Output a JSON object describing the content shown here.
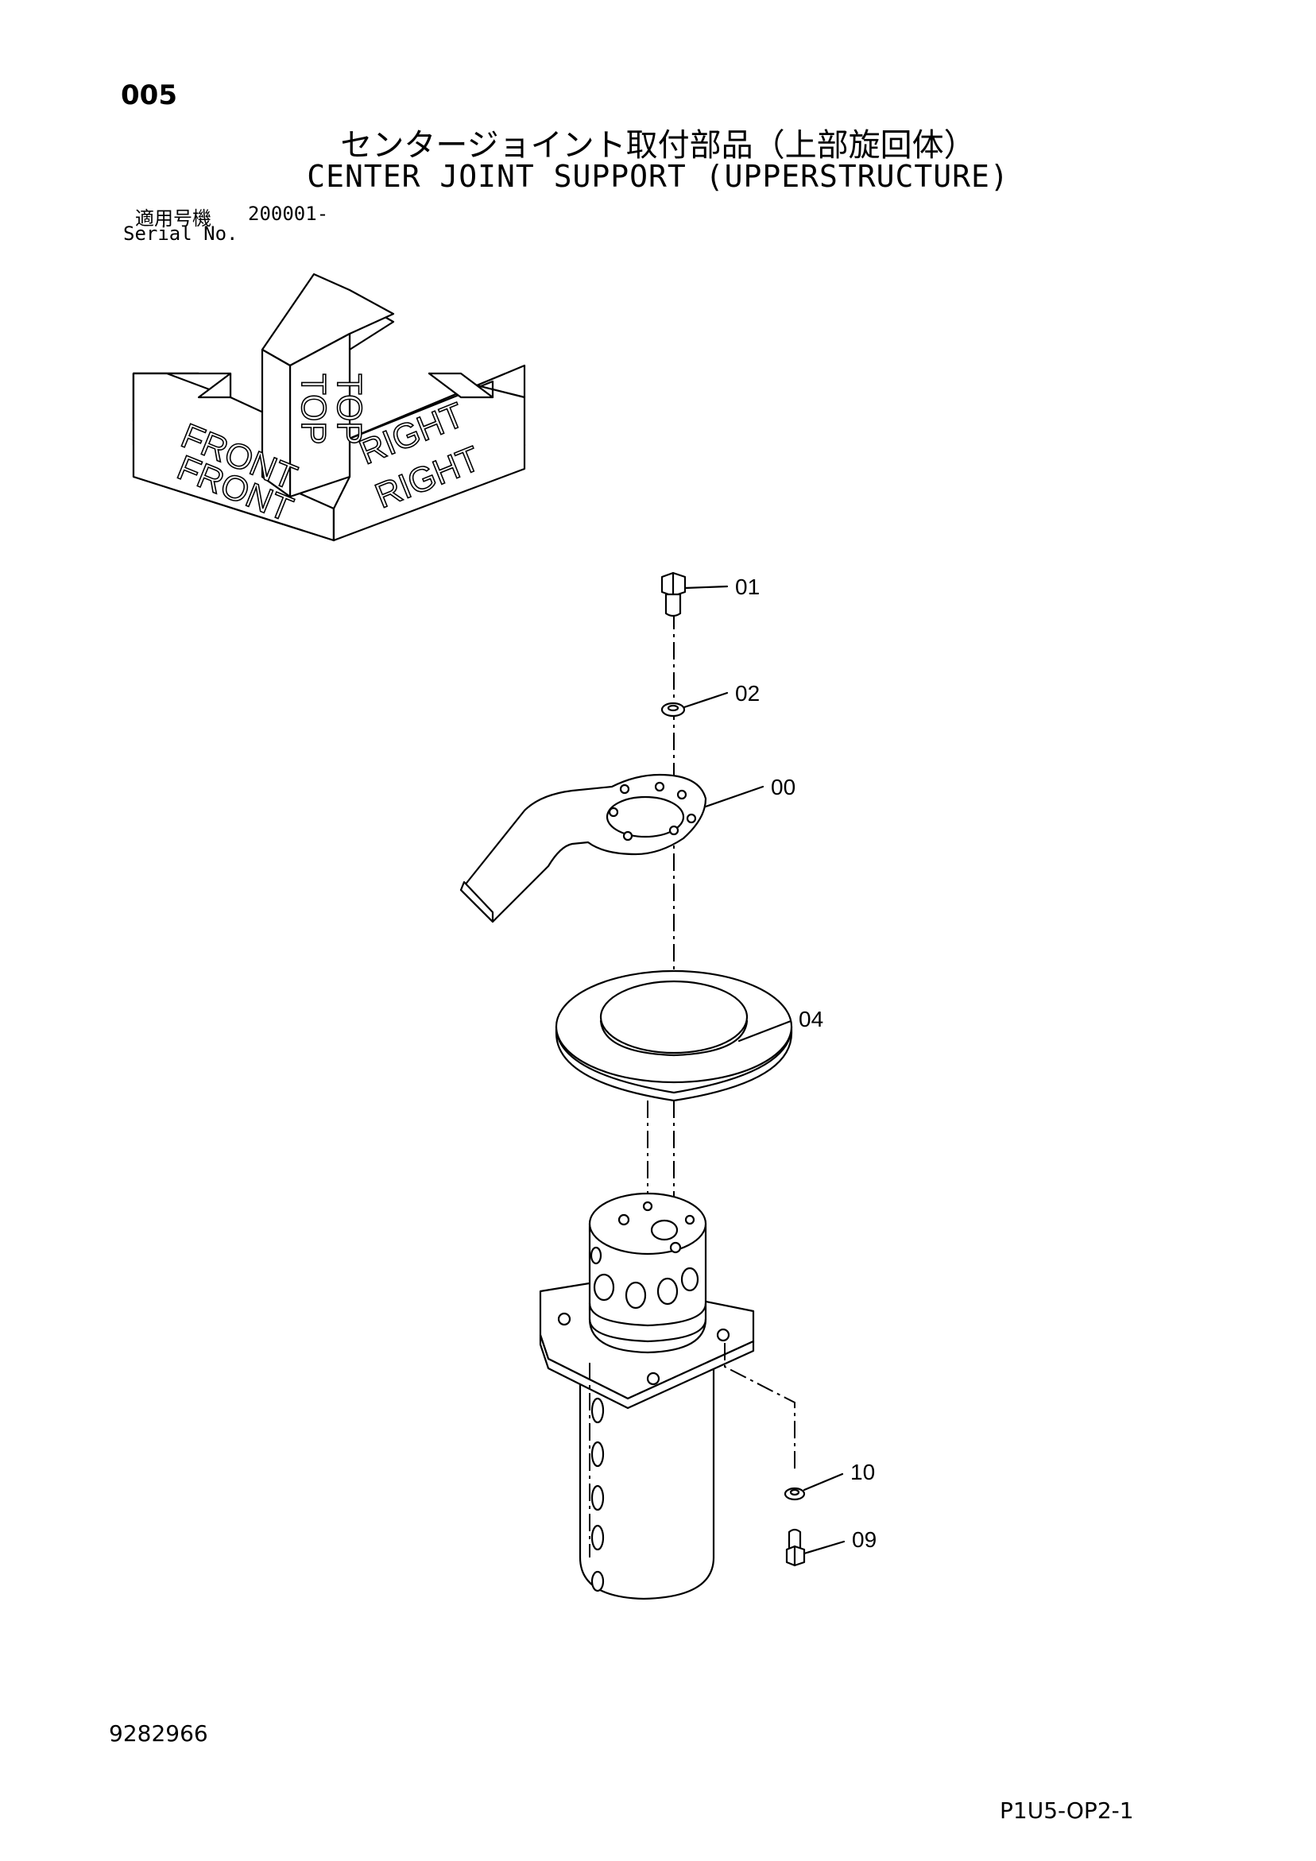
{
  "header": {
    "page_number": "005",
    "title_jp": "センタージョイント取付部品（上部旋回体）",
    "title_en": "CENTER JOINT SUPPORT (UPPERSTRUCTURE)",
    "serial_label_jp": "適用号機",
    "serial_value": "200001-",
    "serial_label_en": "Serial No."
  },
  "orientation": {
    "top": "TOP",
    "front": "FRONT",
    "right": "RIGHT"
  },
  "callouts": {
    "c01": "01",
    "c02": "02",
    "c00": "00",
    "c04": "04",
    "c10": "10",
    "c09": "09"
  },
  "footer": {
    "drawing_number": "9282966",
    "sheet_code": "P1U5-OP2-1"
  }
}
